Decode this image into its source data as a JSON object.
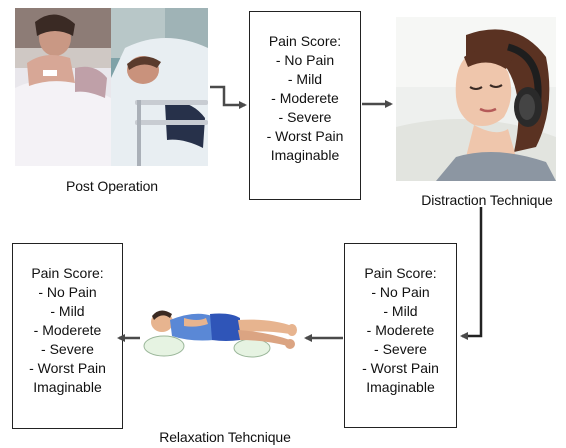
{
  "colors": {
    "arrow": "#4a4a4a",
    "box_border": "#222222",
    "scrubs": "#2f55b8",
    "skin": "#e7b48f"
  },
  "photos": {
    "post_operation": {
      "icon": "hospital-patient-photo"
    },
    "distraction": {
      "icon": "woman-headphones-photo"
    },
    "relaxation": {
      "icon": "lying-man-illustration"
    }
  },
  "captions": {
    "post_operation": "Post Operation",
    "distraction": "Distraction Technique",
    "relaxation": "Relaxation Tehcnique"
  },
  "boxes": {
    "top": {
      "title": "Pain Score:",
      "items": [
        "- No Pain",
        "- Mild",
        "- Moderete",
        "- Severe",
        "- Worst Pain",
        "Imaginable"
      ]
    },
    "right": {
      "title": "Pain Score:",
      "items": [
        "- No Pain",
        "- Mild",
        "- Moderete",
        "- Severe",
        "- Worst Pain",
        "Imaginable"
      ]
    },
    "left": {
      "title": "Pain Score:",
      "items": [
        "- No Pain",
        "- Mild",
        "- Moderete",
        "- Severe",
        "- Worst Pain",
        "Imaginable"
      ]
    }
  }
}
